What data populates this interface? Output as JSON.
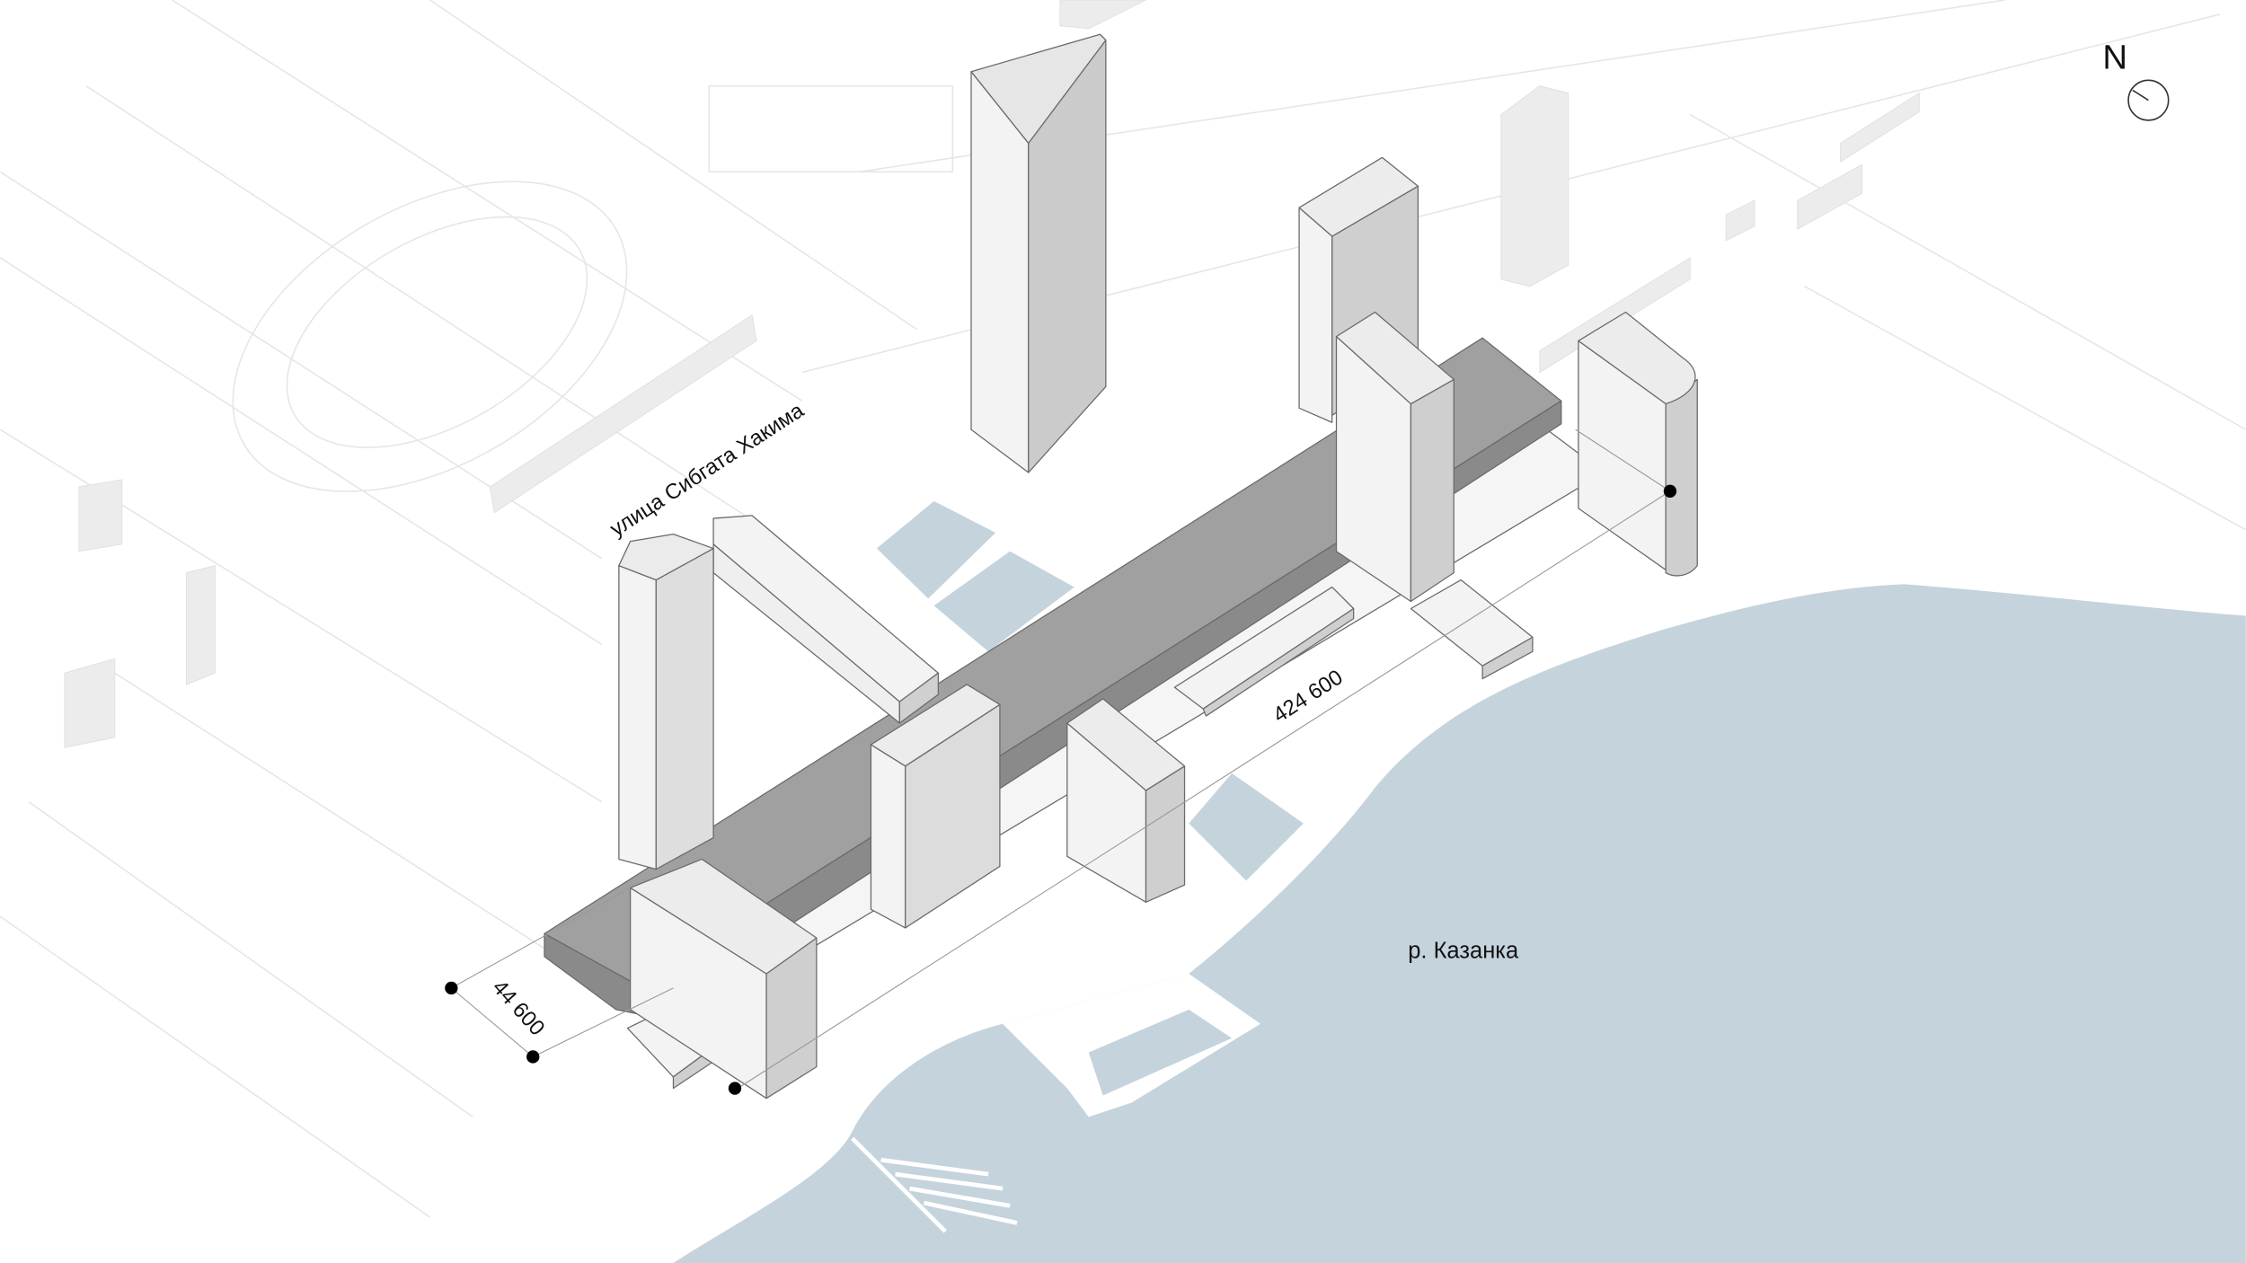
{
  "compass": {
    "label": "N"
  },
  "labels": {
    "street": "улица Сибгата Хакима",
    "river": "р. Казанка"
  },
  "dimensions": {
    "length": "424 600",
    "width": "44 600"
  },
  "colors": {
    "water": "#c5d3dc",
    "podium_top": "#a0a0a0",
    "building_light": "#f3f3f3",
    "building_shade": "#cfcfcf"
  }
}
